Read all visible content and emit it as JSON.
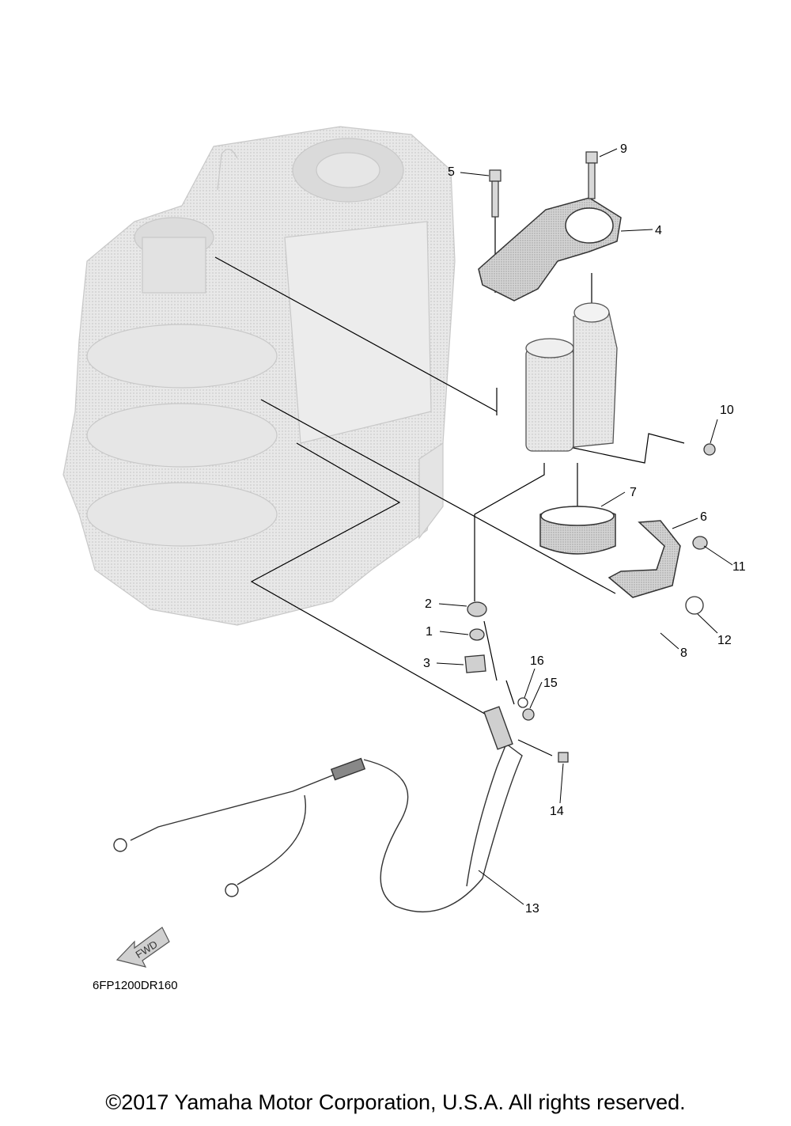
{
  "diagram": {
    "callouts": [
      "1",
      "2",
      "3",
      "4",
      "5",
      "6",
      "7",
      "8",
      "9",
      "10",
      "11",
      "12",
      "13",
      "14",
      "15",
      "16"
    ],
    "drawing_code": "6FP1200DR160",
    "fwd_label": "FWD"
  },
  "footer": {
    "copyright": "©2017 Yamaha Motor Corporation, U.S.A. All rights reserved."
  }
}
